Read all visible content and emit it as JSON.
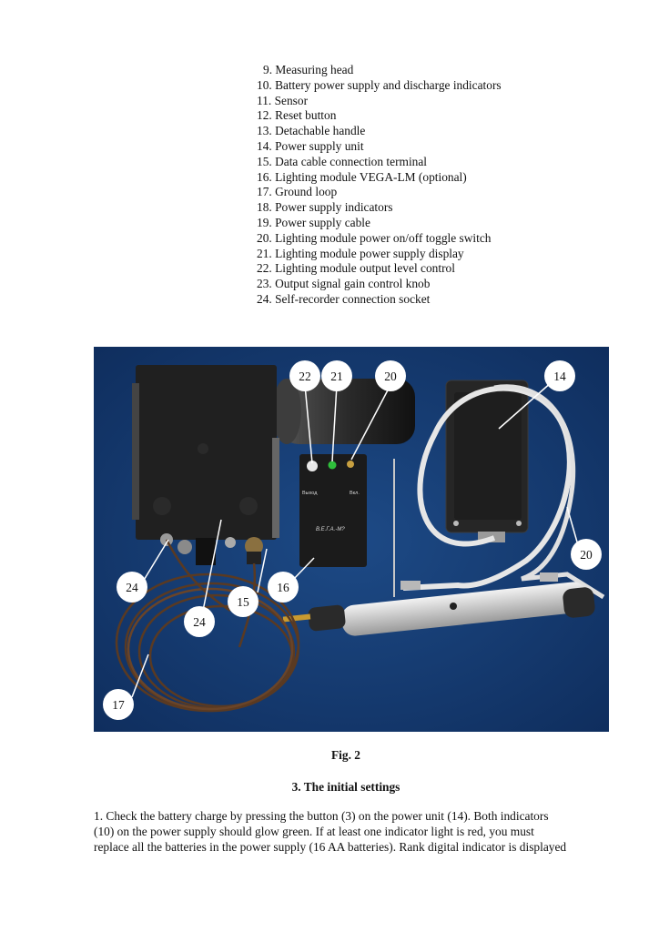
{
  "legend": [
    "9. Measuring head",
    "10. Battery power supply and discharge indicators",
    "11. Sensor",
    "12. Reset button",
    "13. Detachable handle",
    "14. Power supply unit",
    "15. Data cable connection terminal",
    "16. Lighting module VEGA-LM (optional)",
    "17. Ground loop",
    "18. Power supply indicators",
    "19. Power supply cable",
    "20. Lighting module power on/off toggle switch",
    "21. Lighting module power supply display",
    "22. Lighting module output level control",
    "23. Output signal gain control knob",
    "24. Self-recorder connection socket"
  ],
  "photo": {
    "callouts": [
      "22",
      "21",
      "20",
      "14",
      "20",
      "24",
      "16",
      "15",
      "24",
      "17"
    ],
    "device_labels": {
      "left_switch": "Выход",
      "right_switch": "Вкл.",
      "brand": "В.Е.Г.А.-М?"
    }
  },
  "figure_caption": "Fig. 2",
  "section_heading": "3. The initial settings",
  "paragraph_lines": [
    " 1. Check the battery charge by pressing the button (3) on the power unit (14). Both indicators",
    "(10) on the power supply should glow green. If at least one indicator light is red, you must",
    "replace all the batteries in the power supply (16 AA batteries). Rank digital indicator is displayed"
  ]
}
